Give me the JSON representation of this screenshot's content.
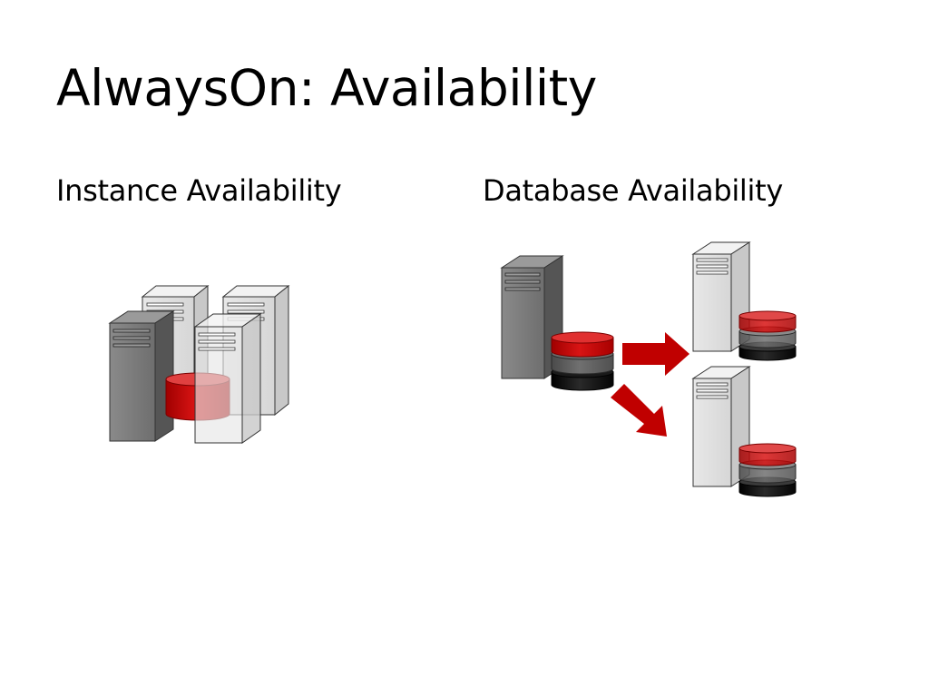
{
  "slide": {
    "title": "AlwaysOn: Availability"
  },
  "sections": {
    "instance": {
      "label": "Instance Availability",
      "icons": [
        "server-icon",
        "database-icon"
      ]
    },
    "database": {
      "label": "Database Availability",
      "icons": [
        "server-icon",
        "database-icon",
        "arrow-icon"
      ]
    }
  },
  "colors": {
    "accent_red": "#c00000",
    "server_dark": "#7a7a7a",
    "server_light": "#dcdcdc",
    "db_grey": "#5e5e5e",
    "db_black": "#111111"
  }
}
